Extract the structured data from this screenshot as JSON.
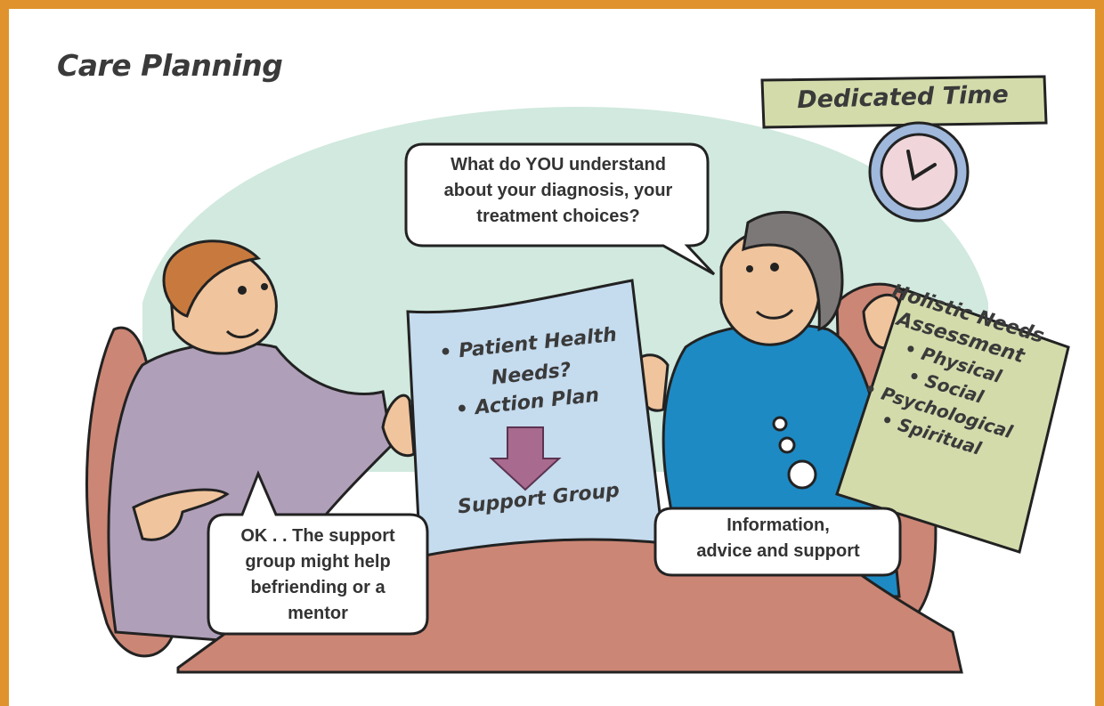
{
  "title": "Care Planning",
  "dedicated_time": "Dedicated Time",
  "speech": {
    "nurse_question": [
      "What do YOU understand",
      "about your diagnosis, your",
      "treatment choices?"
    ],
    "patient_reply": [
      "OK . . The support",
      "group might help",
      "befriending or a",
      "mentor"
    ],
    "nurse_offer": [
      "Information,",
      "advice and support"
    ]
  },
  "care_sheet": {
    "line1": [
      "• Patient Health",
      "Needs?"
    ],
    "line2": "• Action Plan",
    "line3": "Support Group"
  },
  "assessment": {
    "title": [
      "Holistic Needs",
      "Assessment"
    ],
    "items": [
      "• Physical",
      "• Social",
      "• Psychological",
      "• Spiritual"
    ]
  },
  "colors": {
    "border": "#e0932c",
    "background_blob": "#d1e9de",
    "table": "#cc8675",
    "sign": "#d4dbab",
    "clock_face": "#f0d6da",
    "clock_rim": "#9fb8dc",
    "sheet": "#c5dbee",
    "patient_shirt": "#b09fb9",
    "nurse_uniform": "#1d8ac4",
    "skin": "#f0c49c",
    "arrow": "#a86a8e"
  }
}
